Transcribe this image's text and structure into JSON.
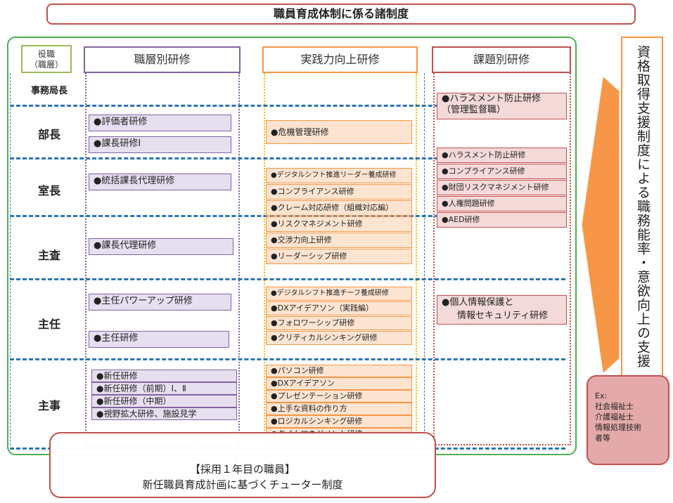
{
  "title": "職員育成体制に係る諸制度",
  "role_header": {
    "line1": "役職",
    "line2": "（職層）"
  },
  "roles": [
    "事務局長",
    "部長",
    "室長",
    "主査",
    "主任",
    "主事"
  ],
  "columns": {
    "level": "職層別研修",
    "practice": "実践力向上研修",
    "topic": "課題別研修"
  },
  "level_items": [
    "●評価者研修",
    "●課長研修Ⅰ",
    "●統括課長代理研修",
    "●課長代理研修",
    "●主任パワーアップ研修",
    "●主任研修",
    "●新任研修",
    "●新任研修（前期）Ⅰ、Ⅱ",
    "●新任研修（中期）",
    "●視野拡大研修、施設見学"
  ],
  "practice_items": [
    "●危機管理研修",
    "●デジタルシフト推進リーダー養成研修",
    "●コンプライアンス研修",
    "●クレーム対応研修（組織対応編）",
    "●リスクマネジメント研修",
    "●交渉力向上研修",
    "●リーダーシップ研修",
    "●デジタルシフト推進チーフ養成研修",
    "●DXアイデアソン（実践編）",
    "●フォロワーシップ研修",
    "●クリティカルシンキング研修",
    "●パソコン研修",
    "●DXアイデアソン",
    "●プレゼンテーション研修",
    "●上手な資料の作り方",
    "●ロジカルシンキング研修",
    "●タイムマネジメント研修"
  ],
  "topic_items": [
    "●ハラスメント防止研修",
    "（管理監督職）",
    "●ハラスメント防止研修",
    "●コンプライアンス研修",
    "●財団リスクマネジメント研修",
    "●人権問題研修",
    "●AED研修",
    "●個人情報保護と",
    "情報セキュリティ研修"
  ],
  "right_label": "資格取得支援制度による職務能率・意欲向上の支援",
  "ex_box": {
    "line1": "Ex:",
    "line2": "社会福祉士",
    "line3": "介護福祉士",
    "line4": "情報処理技術",
    "line5": "者等"
  },
  "tutor": {
    "line1": "【採用１年目の職員】",
    "line2": "新任職員育成計画に基づくチューター制度"
  },
  "colors": {
    "green": "#4caf50",
    "purple": "#8064a2",
    "orange": "#f79646",
    "red": "#c0504d",
    "blue": "#2e75b6"
  }
}
